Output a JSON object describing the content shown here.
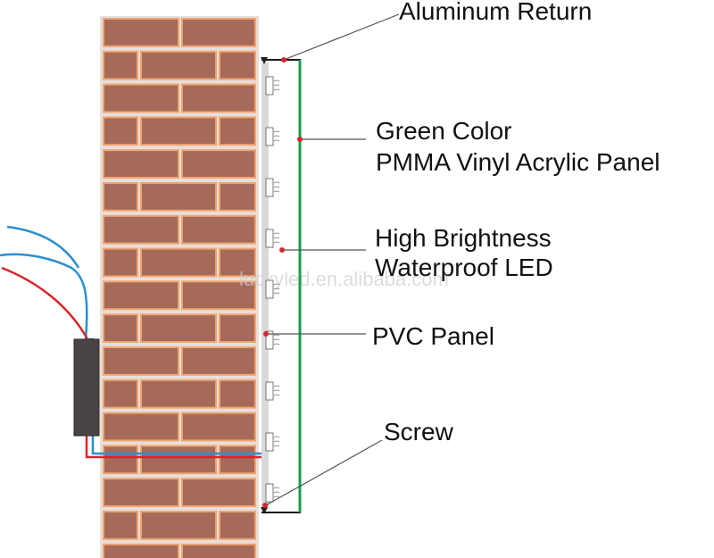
{
  "labels": {
    "aluminum_return": "Aluminum Return",
    "green_color_line1": "Green Color",
    "green_color_line2": "PMMA Vinyl Acrylic Panel",
    "led_line1": "High Brightness",
    "led_line2": "Waterproof LED",
    "pvc_panel": "PVC Panel",
    "screw": "Screw"
  },
  "watermark": "luckyled.en.alibaba.com",
  "colors": {
    "brick_fill": "#a56a59",
    "brick_outline": "#f1a46f",
    "mortar": "#e8dedb",
    "wire_red": "#d8262a",
    "wire_blue": "#2a8fd0",
    "acrylic_green": "#1a9c4d",
    "power_box": "#4a4343",
    "pvc_panel": "#d9d9d9",
    "callout_dot": "#d8262a",
    "callout_line": "#555555"
  }
}
